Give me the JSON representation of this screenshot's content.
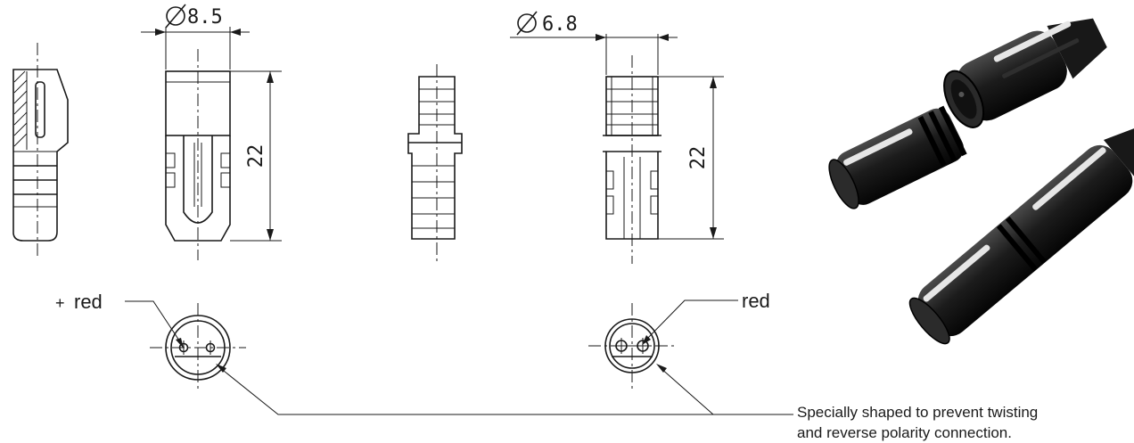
{
  "dimensions": {
    "plug_diameter": "8.5",
    "plug_length": "22",
    "socket_diameter": "6.8",
    "socket_length": "22"
  },
  "labels": {
    "plus_sign": "+",
    "plug_red": "red",
    "socket_red": "red"
  },
  "note": {
    "line1": "Specially shaped to prevent twisting",
    "line2": "and reverse polarity connection."
  },
  "colors": {
    "line": "#1a1a1a",
    "connector_body": "#1c1c1c",
    "stripe": "#e6e6e6"
  }
}
